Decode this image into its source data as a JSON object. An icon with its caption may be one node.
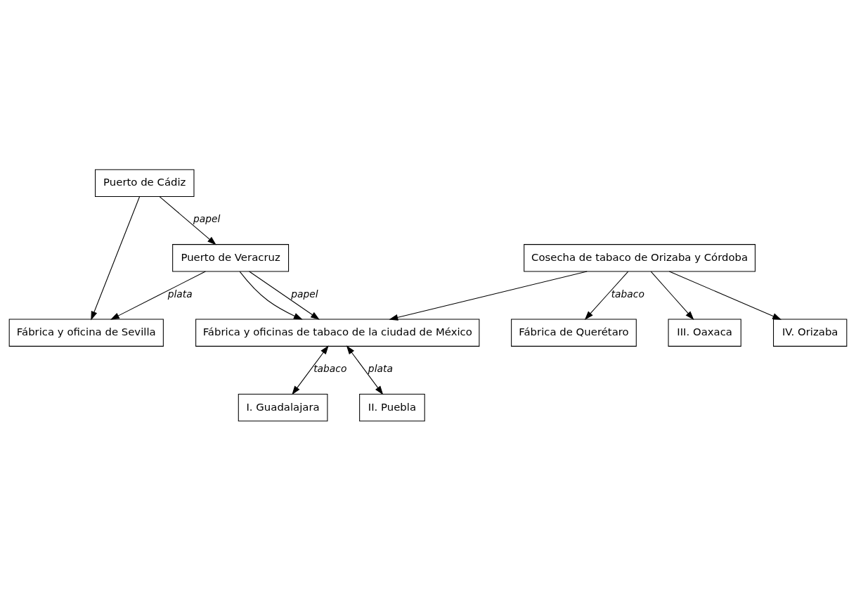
{
  "diagram": {
    "nodes": [
      {
        "text": [
          "I. Guadalajara"
        ]
      },
      {
        "text": [
          "II. Puebla"
        ]
      },
      {
        "text": [
          "Fábrica de Querétaro"
        ]
      },
      {
        "text": [
          "Fábrica y oficina de Sevilla"
        ]
      },
      {
        "text": [
          "Puerto de Veracruz"
        ]
      },
      {
        "text": [
          "Fábrica y oficinas de tabaco de la ciudad de México"
        ]
      },
      {
        "text": [
          "Puerto de Cádiz"
        ]
      },
      {
        "text": [
          "Cosecha de tabaco de Orizaba y Córdoba"
        ]
      },
      {
        "text": [
          "III. Oaxaca"
        ]
      },
      {
        "text": [
          "IV. Orizaba"
        ]
      }
    ],
    "edges": [
      {
        "from": 5,
        "to": 0,
        "arrow": "both",
        "label": "tabaco"
      },
      {
        "from": 5,
        "to": 1,
        "arrow": "both",
        "label": "plata"
      },
      {
        "from": 4,
        "to": 5,
        "arrow": "to"
      },
      {
        "from": 4,
        "to": 5,
        "arrow": "to",
        "label": "papel"
      },
      {
        "from": 4,
        "to": 3,
        "arrow": "to",
        "label": "plata"
      },
      {
        "from": 6,
        "to": 3,
        "arrow": "to"
      },
      {
        "from": 6,
        "to": 4,
        "arrow": "to",
        "label": "papel"
      },
      {
        "from": 7,
        "to": 5,
        "arrow": "to"
      },
      {
        "from": 7,
        "to": 2,
        "arrow": "to",
        "label": "tabaco"
      },
      {
        "from": 7,
        "to": 8,
        "arrow": "to"
      },
      {
        "from": 7,
        "to": 9,
        "arrow": "to"
      }
    ]
  }
}
